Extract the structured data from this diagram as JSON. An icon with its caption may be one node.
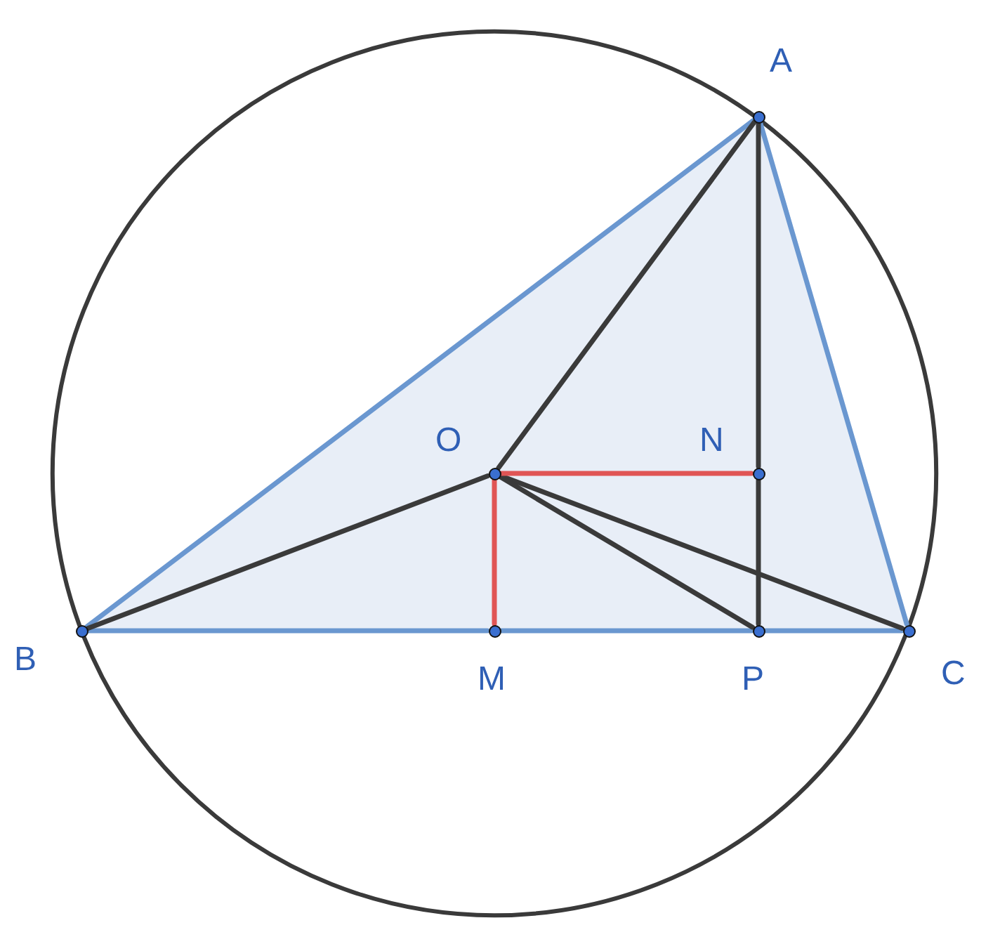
{
  "diagram": {
    "nodes": [
      {
        "text": [],
        "shape": "circle",
        "beside": [
          "A"
        ]
      },
      {
        "text": [],
        "shape": "circle",
        "beside": [
          "O"
        ]
      },
      {
        "text": [],
        "shape": "circle",
        "beside": [
          "N"
        ]
      },
      {
        "text": [],
        "shape": "circle",
        "beside": [
          "B"
        ]
      },
      {
        "text": [],
        "shape": "circle",
        "beside": [
          "M"
        ]
      },
      {
        "text": [],
        "shape": "circle",
        "beside": [
          "P"
        ]
      },
      {
        "text": [],
        "shape": "circle",
        "beside": [
          "C"
        ]
      }
    ],
    "edges": [
      {
        "from": 0,
        "to": 3,
        "arrow": "none",
        "color": "#6a97d0"
      },
      {
        "from": 0,
        "to": 6,
        "arrow": "none",
        "color": "#6a97d0"
      },
      {
        "from": 3,
        "to": 4,
        "arrow": "none",
        "color": "#6a97d0"
      },
      {
        "from": 4,
        "to": 5,
        "arrow": "none",
        "color": "#6a97d0"
      },
      {
        "from": 5,
        "to": 6,
        "arrow": "none",
        "color": "#6a97d0"
      },
      {
        "from": 1,
        "to": 0,
        "arrow": "none"
      },
      {
        "from": 1,
        "to": 3,
        "arrow": "none"
      },
      {
        "from": 1,
        "to": 6,
        "arrow": "none"
      },
      {
        "from": 1,
        "to": 5,
        "arrow": "none"
      },
      {
        "from": 0,
        "to": 2,
        "arrow": "none"
      },
      {
        "from": 2,
        "to": 5,
        "arrow": "none"
      },
      {
        "from": 1,
        "to": 4,
        "arrow": "none",
        "color": "#e05555"
      },
      {
        "from": 1,
        "to": 2,
        "arrow": "none",
        "color": "#e05555"
      }
    ]
  }
}
